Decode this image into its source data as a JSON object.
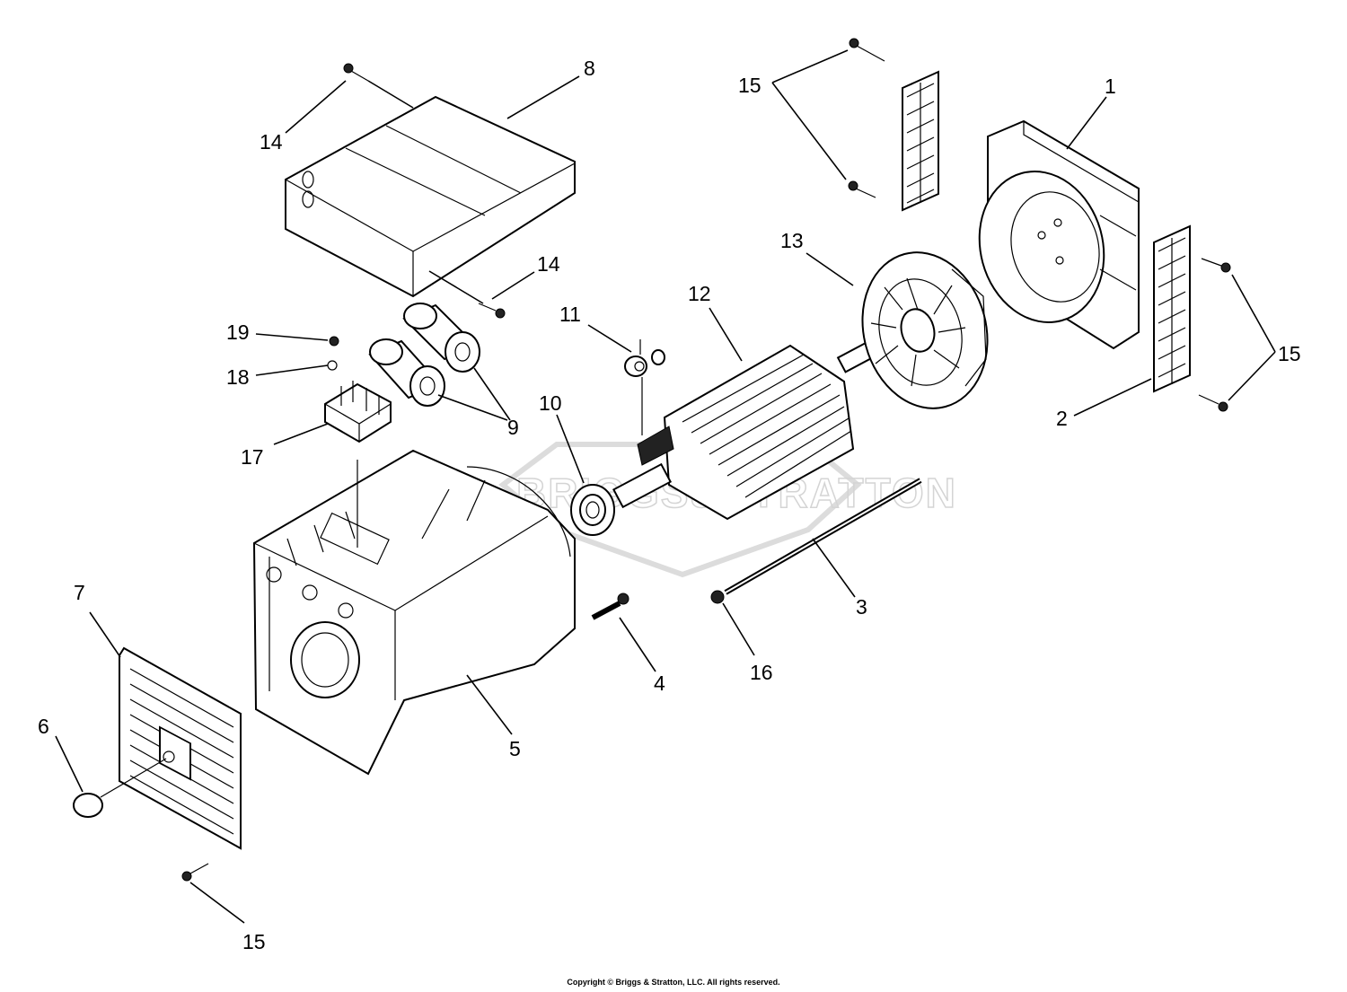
{
  "watermark": {
    "text": "BRIGGS&STRATTON"
  },
  "callouts": [
    {
      "id": "1",
      "label": "1"
    },
    {
      "id": "2",
      "label": "2"
    },
    {
      "id": "3",
      "label": "3"
    },
    {
      "id": "4",
      "label": "4"
    },
    {
      "id": "5",
      "label": "5"
    },
    {
      "id": "6",
      "label": "6"
    },
    {
      "id": "7",
      "label": "7"
    },
    {
      "id": "8",
      "label": "8"
    },
    {
      "id": "9",
      "label": "9"
    },
    {
      "id": "10",
      "label": "10"
    },
    {
      "id": "11",
      "label": "11"
    },
    {
      "id": "12",
      "label": "12"
    },
    {
      "id": "13",
      "label": "13"
    },
    {
      "id": "14a",
      "label": "14"
    },
    {
      "id": "14b",
      "label": "14"
    },
    {
      "id": "15a",
      "label": "15"
    },
    {
      "id": "15b",
      "label": "15"
    },
    {
      "id": "15c",
      "label": "15"
    },
    {
      "id": "16",
      "label": "16"
    },
    {
      "id": "17",
      "label": "17"
    },
    {
      "id": "18",
      "label": "18"
    },
    {
      "id": "19",
      "label": "19"
    }
  ],
  "copyright": "Copyright © Briggs & Stratton, LLC. All rights reserved."
}
